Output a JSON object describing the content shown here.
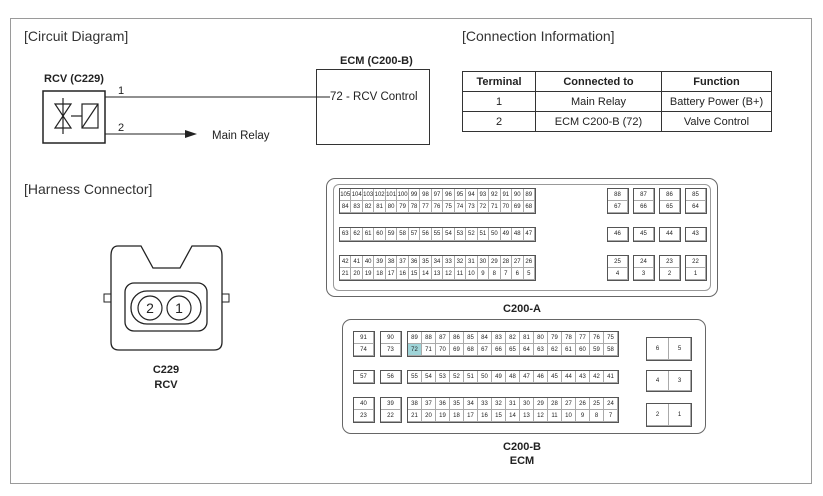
{
  "circuit": {
    "title": "[Circuit Diagram]",
    "rcv_label": "RCV (C229)",
    "ecm_label": "ECM (C200-B)",
    "pin1": "1",
    "pin2": "2",
    "ecm_pin_text": "72 - RCV Control",
    "main_relay": "Main Relay"
  },
  "connection": {
    "title": "[Connection Information]",
    "headers": [
      "Terminal",
      "Connected to",
      "Function"
    ],
    "rows": [
      [
        "1",
        "Main Relay",
        "Battery Power (B+)"
      ],
      [
        "2",
        "ECM C200-B (72)",
        "Valve Control"
      ]
    ]
  },
  "harness": {
    "title": "[Harness Connector]",
    "c229_pins": [
      "2",
      "1"
    ],
    "c229_label": "C229",
    "c229_sub": "RCV"
  },
  "c200a": {
    "label": "C200-A",
    "groups": [
      {
        "rows": [
          [
            "105",
            "104",
            "103",
            "102",
            "101",
            "100",
            "99",
            "98",
            "97",
            "96",
            "95",
            "94",
            "93",
            "92",
            "91",
            "90",
            "89"
          ],
          [
            "84",
            "83",
            "82",
            "81",
            "80",
            "79",
            "78",
            "77",
            "76",
            "75",
            "74",
            "73",
            "72",
            "71",
            "70",
            "69",
            "68"
          ]
        ]
      },
      {
        "rows": [
          [
            "88"
          ],
          [
            "67"
          ]
        ]
      },
      {
        "rows": [
          [
            "87"
          ],
          [
            "66"
          ]
        ]
      },
      {
        "rows": [
          [
            "86"
          ],
          [
            "65"
          ]
        ]
      },
      {
        "rows": [
          [
            "85"
          ],
          [
            "64"
          ]
        ]
      },
      {
        "rows": [
          [
            "63",
            "62",
            "61",
            "60",
            "59",
            "58",
            "57",
            "56",
            "55",
            "54",
            "53",
            "52",
            "51",
            "50",
            "49",
            "48",
            "47"
          ]
        ]
      },
      {
        "rows": [
          [
            "46"
          ]
        ]
      },
      {
        "rows": [
          [
            "45"
          ]
        ]
      },
      {
        "rows": [
          [
            "44"
          ]
        ]
      },
      {
        "rows": [
          [
            "43"
          ]
        ]
      },
      {
        "rows": [
          [
            "42",
            "41",
            "40",
            "39",
            "38",
            "37",
            "36",
            "35",
            "34",
            "33",
            "32",
            "31",
            "30",
            "29",
            "28",
            "27",
            "26"
          ],
          [
            "21",
            "20",
            "19",
            "18",
            "17",
            "16",
            "15",
            "14",
            "13",
            "12",
            "11",
            "10",
            "9",
            "8",
            "7",
            "6",
            "5"
          ]
        ]
      },
      {
        "rows": [
          [
            "25"
          ],
          [
            "4"
          ]
        ]
      },
      {
        "rows": [
          [
            "24"
          ],
          [
            "3"
          ]
        ]
      },
      {
        "rows": [
          [
            "23"
          ],
          [
            "2"
          ]
        ]
      },
      {
        "rows": [
          [
            "22"
          ],
          [
            "1"
          ]
        ]
      }
    ]
  },
  "c200b": {
    "label": "C200-B",
    "sublabel": "ECM",
    "highlight": "72",
    "highlight_color": "#9fd4d8",
    "groups": [
      {
        "rows": [
          [
            "91"
          ],
          [
            "74"
          ]
        ]
      },
      {
        "rows": [
          [
            "90"
          ],
          [
            "73"
          ]
        ]
      },
      {
        "rows": [
          [
            "89",
            "88",
            "87",
            "86",
            "85",
            "84",
            "83",
            "82",
            "81",
            "80",
            "79",
            "78",
            "77",
            "76",
            "75"
          ],
          [
            "72",
            "71",
            "70",
            "69",
            "68",
            "67",
            "66",
            "65",
            "64",
            "63",
            "62",
            "61",
            "60",
            "59",
            "58"
          ]
        ]
      },
      {
        "rows": [
          [
            "6",
            "5"
          ]
        ]
      },
      {
        "rows": [
          [
            "57"
          ]
        ]
      },
      {
        "rows": [
          [
            "56"
          ]
        ]
      },
      {
        "rows": [
          [
            "55",
            "54",
            "53",
            "52",
            "51",
            "50",
            "49",
            "48",
            "47",
            "46",
            "45",
            "44",
            "43",
            "42",
            "41"
          ]
        ]
      },
      {
        "rows": [
          [
            "4",
            "3"
          ]
        ]
      },
      {
        "rows": [
          [
            "40"
          ],
          [
            "23"
          ]
        ]
      },
      {
        "rows": [
          [
            "39"
          ],
          [
            "22"
          ]
        ]
      },
      {
        "rows": [
          [
            "38",
            "37",
            "36",
            "35",
            "34",
            "33",
            "32",
            "31",
            "30",
            "29",
            "28",
            "27",
            "26",
            "25",
            "24"
          ],
          [
            "21",
            "20",
            "19",
            "18",
            "17",
            "16",
            "15",
            "14",
            "13",
            "12",
            "11",
            "10",
            "9",
            "8",
            "7"
          ]
        ]
      },
      {
        "rows": [
          [
            "2",
            "1"
          ]
        ]
      }
    ]
  }
}
